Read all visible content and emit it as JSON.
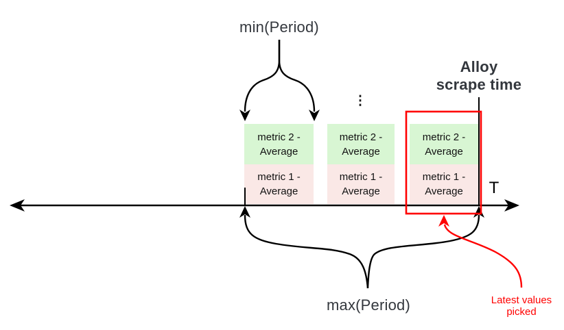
{
  "diagram": {
    "labels": {
      "min_period": "min(Period)",
      "max_period": "max(Period)",
      "alloy_line1": "Alloy",
      "alloy_line2": "scrape time",
      "axis": "T",
      "ellipsis": "⋮",
      "latest_line1": "Latest values",
      "latest_line2": "picked"
    },
    "columns": [
      {
        "metric2": "metric 2 - Average",
        "metric1": "metric 1 - Average"
      },
      {
        "metric2": "metric 2 - Average",
        "metric1": "metric 1 - Average"
      },
      {
        "metric2": "metric 2 - Average",
        "metric1": "metric 1 - Average"
      }
    ],
    "colors": {
      "metric2_fill": "#d8f6d3",
      "metric1_fill": "#fae8e6",
      "highlight": "#ff0000",
      "ink": "#000000",
      "label_ink": "#33373d"
    }
  }
}
